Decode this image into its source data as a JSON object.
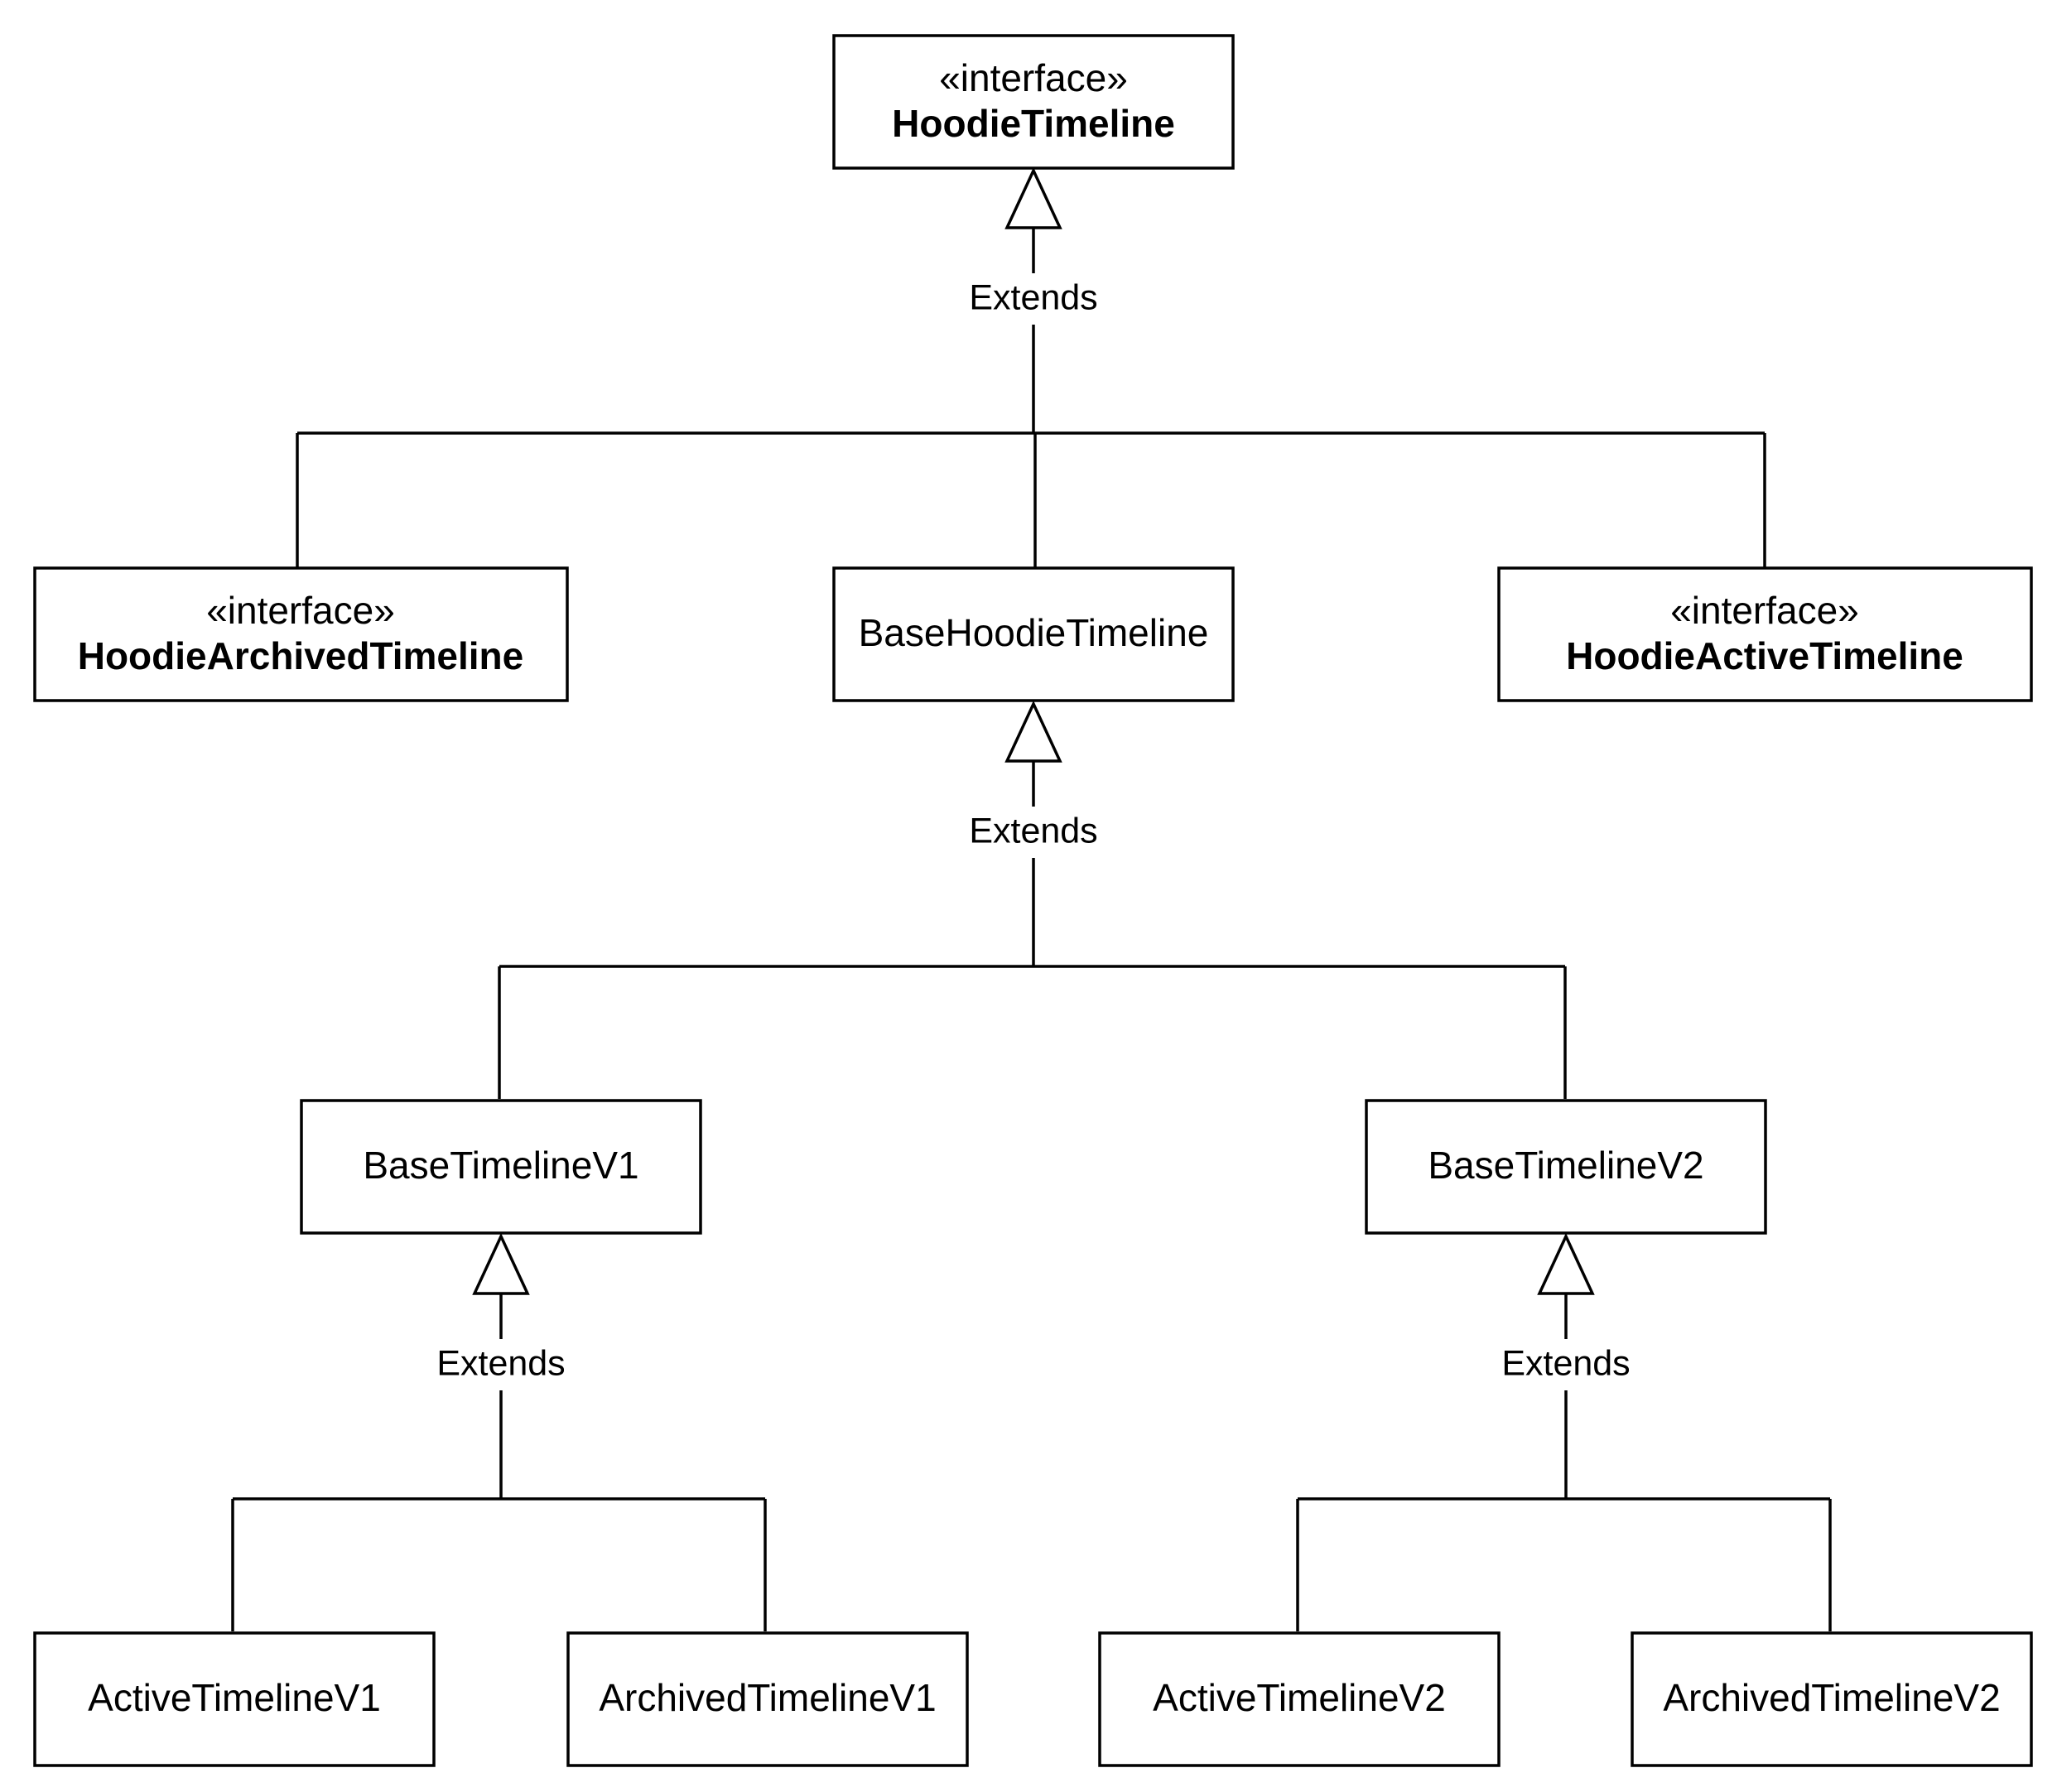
{
  "diagram": {
    "type": "uml-class-hierarchy",
    "colors": {
      "stroke": "#000000",
      "fill": "#ffffff",
      "text": "#000000"
    },
    "nodes": {
      "hoodie_timeline": {
        "stereotype": "«interface»",
        "name": "HoodieTimeline",
        "is_interface": true
      },
      "hoodie_archived_timeline": {
        "stereotype": "«interface»",
        "name": "HoodieArchivedTimeline",
        "is_interface": true
      },
      "base_hoodie_timeline": {
        "stereotype": "",
        "name": "BaseHoodieTimeline",
        "is_interface": false
      },
      "hoodie_active_timeline": {
        "stereotype": "«interface»",
        "name": "HoodieActiveTimeline",
        "is_interface": true
      },
      "base_timeline_v1": {
        "stereotype": "",
        "name": "BaseTimelineV1",
        "is_interface": false
      },
      "base_timeline_v2": {
        "stereotype": "",
        "name": "BaseTimelineV2",
        "is_interface": false
      },
      "active_timeline_v1": {
        "stereotype": "",
        "name": "ActiveTimelineV1",
        "is_interface": false
      },
      "archived_timeline_v1": {
        "stereotype": "",
        "name": "ArchivedTimelineV1",
        "is_interface": false
      },
      "active_timeline_v2": {
        "stereotype": "",
        "name": "ActiveTimelineV2",
        "is_interface": false
      },
      "archived_timeline_v2": {
        "stereotype": "",
        "name": "ArchivedTimelineV2",
        "is_interface": false
      }
    },
    "relations": [
      {
        "label": "Extends",
        "parent": "HoodieTimeline",
        "children": [
          "HoodieArchivedTimeline",
          "BaseHoodieTimeline",
          "HoodieActiveTimeline"
        ]
      },
      {
        "label": "Extends",
        "parent": "BaseHoodieTimeline",
        "children": [
          "BaseTimelineV1",
          "BaseTimelineV2"
        ]
      },
      {
        "label": "Extends",
        "parent": "BaseTimelineV1",
        "children": [
          "ActiveTimelineV1",
          "ArchivedTimelineV1"
        ]
      },
      {
        "label": "Extends",
        "parent": "BaseTimelineV2",
        "children": [
          "ActiveTimelineV2",
          "ArchivedTimelineV2"
        ]
      }
    ]
  }
}
